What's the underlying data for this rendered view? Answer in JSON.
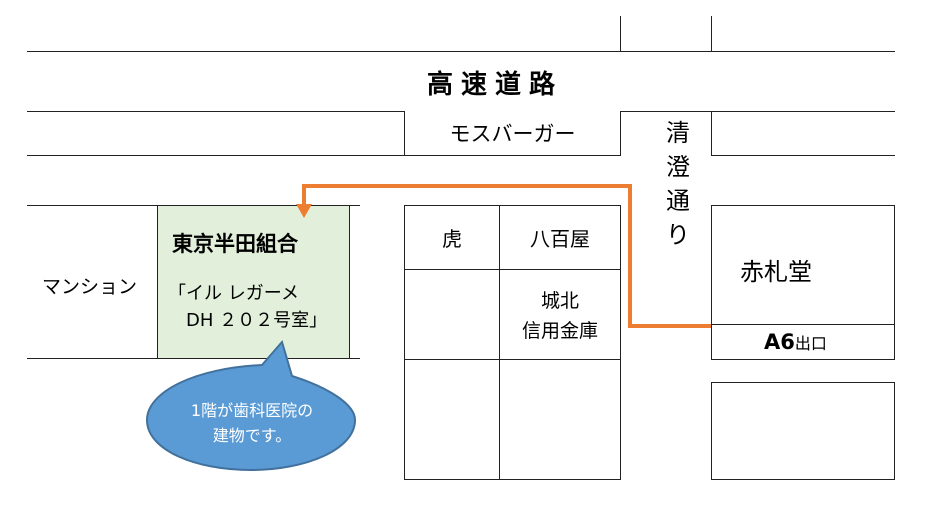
{
  "map": {
    "expressway": "高速道路",
    "mos_burger": "モスバーガー",
    "kiyosumi_street": [
      "清",
      "澄",
      "通",
      "り"
    ],
    "mansion": "マンション",
    "target_building": {
      "name": "東京半田組合",
      "address_line1": "「イル レガーメ",
      "address_line2": "DH ２０２号室」",
      "fill": "#e2efda"
    },
    "tora": "虎",
    "yaoya": "八百屋",
    "bank_line1": "城北",
    "bank_line2": "信用金庫",
    "akafudado": "赤札堂",
    "exit_code": "A6",
    "exit_word": "出口",
    "callout": {
      "line1": "1階が歯科医院の",
      "line2": "建物です。",
      "fill": "#5b9bd5"
    },
    "route_color": "#ed7d31"
  }
}
